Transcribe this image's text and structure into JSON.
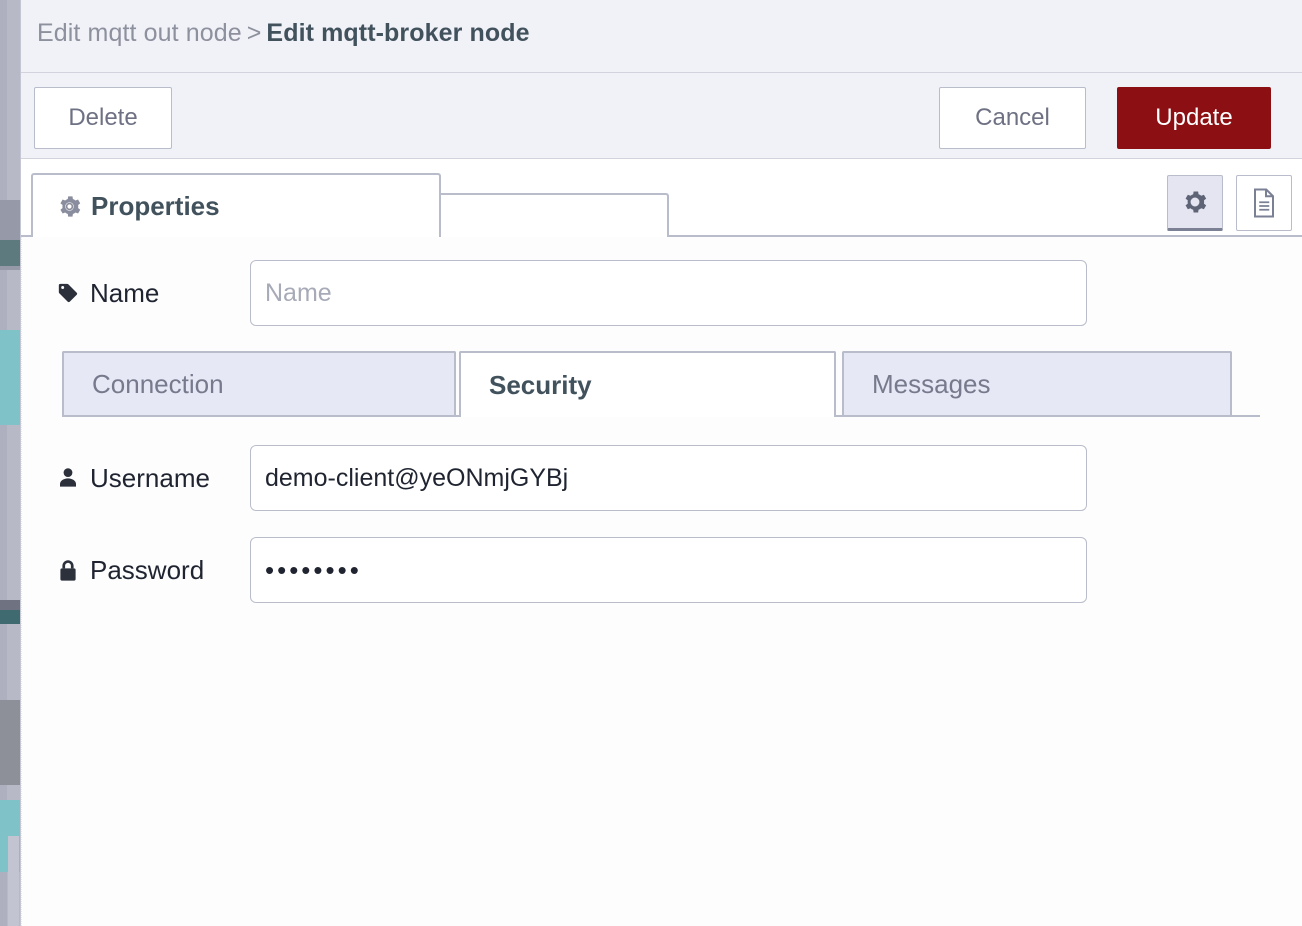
{
  "header": {
    "breadcrumb_parent": "Edit mqtt out node",
    "breadcrumb_separator": ">",
    "breadcrumb_current": "Edit mqtt-broker node"
  },
  "toolbar": {
    "delete_label": "Delete",
    "cancel_label": "Cancel",
    "update_label": "Update"
  },
  "tabs": {
    "properties_label": "Properties",
    "gear_icon": "gear-icon",
    "settings_icon": "gear-icon",
    "description_icon": "document-icon"
  },
  "form": {
    "name": {
      "label": "Name",
      "icon": "tag-icon",
      "value": "",
      "placeholder": "Name"
    },
    "username": {
      "label": "Username",
      "icon": "user-icon",
      "value": "demo-client@yeONmjGYBj",
      "placeholder": ""
    },
    "password": {
      "label": "Password",
      "icon": "lock-icon",
      "value": "••••••••",
      "placeholder": ""
    }
  },
  "subtabs": [
    {
      "label": "Connection",
      "active": false
    },
    {
      "label": "Security",
      "active": true
    },
    {
      "label": "Messages",
      "active": false
    }
  ],
  "colors": {
    "header_bg": "#f1f1f8",
    "update_button": "#8c1013",
    "border": "#b9bcca",
    "active_text": "#41525d",
    "muted_text": "#8d909d",
    "inactive_tab_bg": "#e7e8f5"
  }
}
